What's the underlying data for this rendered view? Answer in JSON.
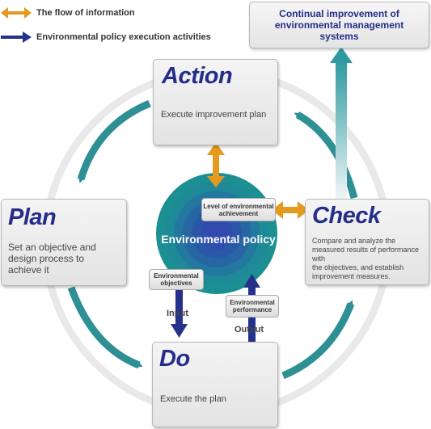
{
  "legend": {
    "info_flow": "The flow of information",
    "policy_activities": "Environmental policy execution activities"
  },
  "continual": {
    "line1": "Continual improvement of",
    "line2": "environmental management systems"
  },
  "action": {
    "title": "Action",
    "desc": "Execute improvement plan"
  },
  "plan": {
    "title": "Plan",
    "desc_lines": [
      "Set an objective and",
      "design process to",
      "achieve it"
    ]
  },
  "check": {
    "title": "Check",
    "desc_lines": [
      "Compare and analyze the",
      "measured results of performance with",
      "the objectives, and establish",
      "improvement measures."
    ]
  },
  "do": {
    "title": "Do",
    "desc": "Execute the plan"
  },
  "center": {
    "label": "Environmental policy"
  },
  "labels": {
    "achievement_line1": "Level of environmental",
    "achievement_line2": "achievement",
    "objectives_line1": "Environmental",
    "objectives_line2": "objectives",
    "performance_line1": "Environmental",
    "performance_line2": "performance",
    "input": "Input",
    "output": "Output"
  },
  "colors": {
    "info_arrow": "#e39a1e",
    "policy_arrow": "#26318c",
    "cycle_arrow": "#2e8f94",
    "title": "#242e8a",
    "target_outer": "#1c8c94",
    "target_inner": "#2d4fa3"
  }
}
